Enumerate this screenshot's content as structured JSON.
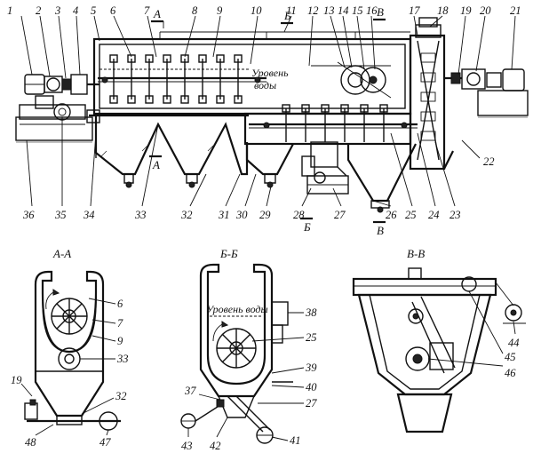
{
  "main_view": {
    "top_numbers": [
      "1",
      "2",
      "3",
      "4",
      "5",
      "6",
      "7",
      "8",
      "9",
      "10",
      "11",
      "12",
      "13",
      "14",
      "15",
      "16",
      "17",
      "18",
      "19",
      "20",
      "21"
    ],
    "right_numbers": [
      "22",
      "23",
      "24",
      "25",
      "26",
      "27",
      "28",
      "29",
      "30",
      "31",
      "32",
      "33",
      "34",
      "35",
      "36"
    ],
    "water_level_label": [
      "Уровень",
      "воды"
    ],
    "section_marks": {
      "a": "А",
      "b": "Б",
      "v": "В"
    }
  },
  "section_aa": {
    "title": "А-А",
    "numbers": [
      "6",
      "7",
      "9",
      "33",
      "19",
      "32",
      "48",
      "47"
    ]
  },
  "section_bb": {
    "title": "Б-Б",
    "water_level_label": "Уровень воды",
    "numbers": [
      "38",
      "25",
      "39",
      "40",
      "37",
      "27",
      "43",
      "42",
      "41"
    ]
  },
  "section_vv": {
    "title": "В-В",
    "numbers": [
      "44",
      "45",
      "46"
    ]
  }
}
